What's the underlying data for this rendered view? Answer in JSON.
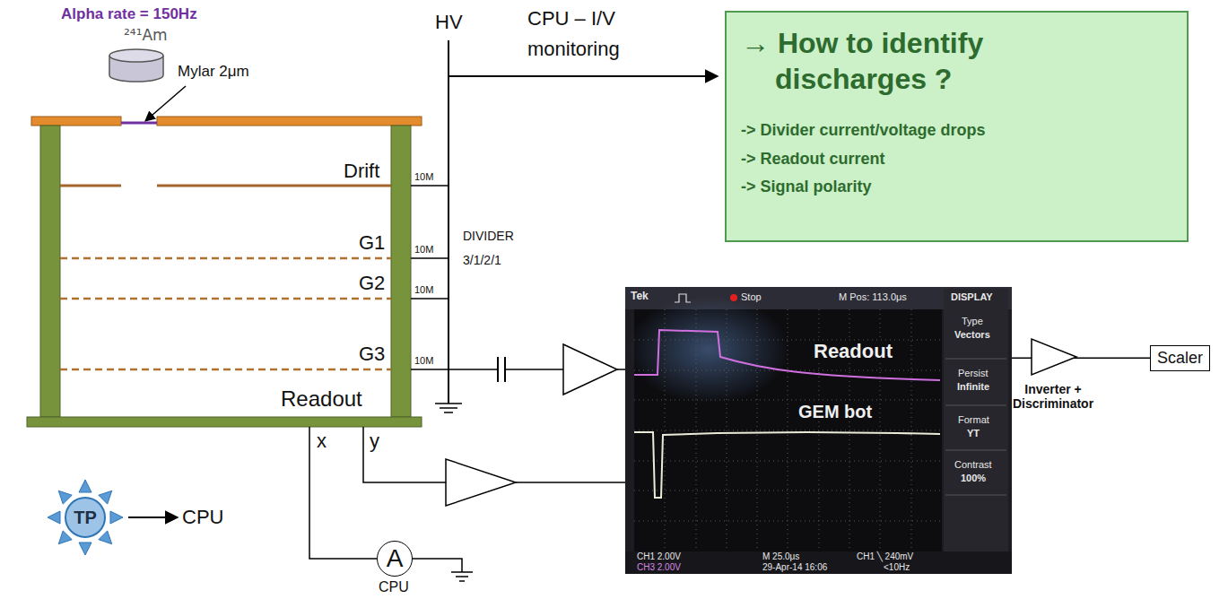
{
  "diagram": {
    "nodes": [
      {
        "text": [
          "→ How to identify discharges ?",
          "-> Divider current/voltage drops",
          "-> Readout current",
          "-> Signal polarity"
        ]
      },
      {
        "text": [
          "Readout",
          "GEM bot"
        ]
      },
      {
        "text": [
          "Scaler"
        ]
      },
      {
        "text": [
          "TP"
        ]
      },
      {
        "text": [
          "A"
        ]
      }
    ],
    "edges": [
      {
        "from": 1,
        "to": 2,
        "arrow": "none"
      }
    ],
    "labels": [
      "Alpha rate = 150Hz",
      "²⁴¹Am",
      "Mylar 2μm",
      "Drift",
      "G1",
      "G2",
      "G3",
      "Readout",
      "10M",
      "10M",
      "10M",
      "10M",
      "HV",
      "CPU – I/V monitoring",
      "DIVIDER 3/1/2/1",
      "x",
      "y",
      "CPU",
      "CPU",
      "Inverter + Discriminator",
      "Tek",
      "Stop",
      "M Pos: 113.0μs",
      "DISPLAY",
      "Type",
      "Vectors",
      "Persist",
      "Infinite",
      "Format",
      "YT",
      "Contrast",
      "100%",
      "CH1 2.00V",
      "CH3 2.00V",
      "M 25.0μs",
      "29-Apr-14 16:06",
      "CH1 ╲ 240mV",
      "<10Hz"
    ]
  }
}
